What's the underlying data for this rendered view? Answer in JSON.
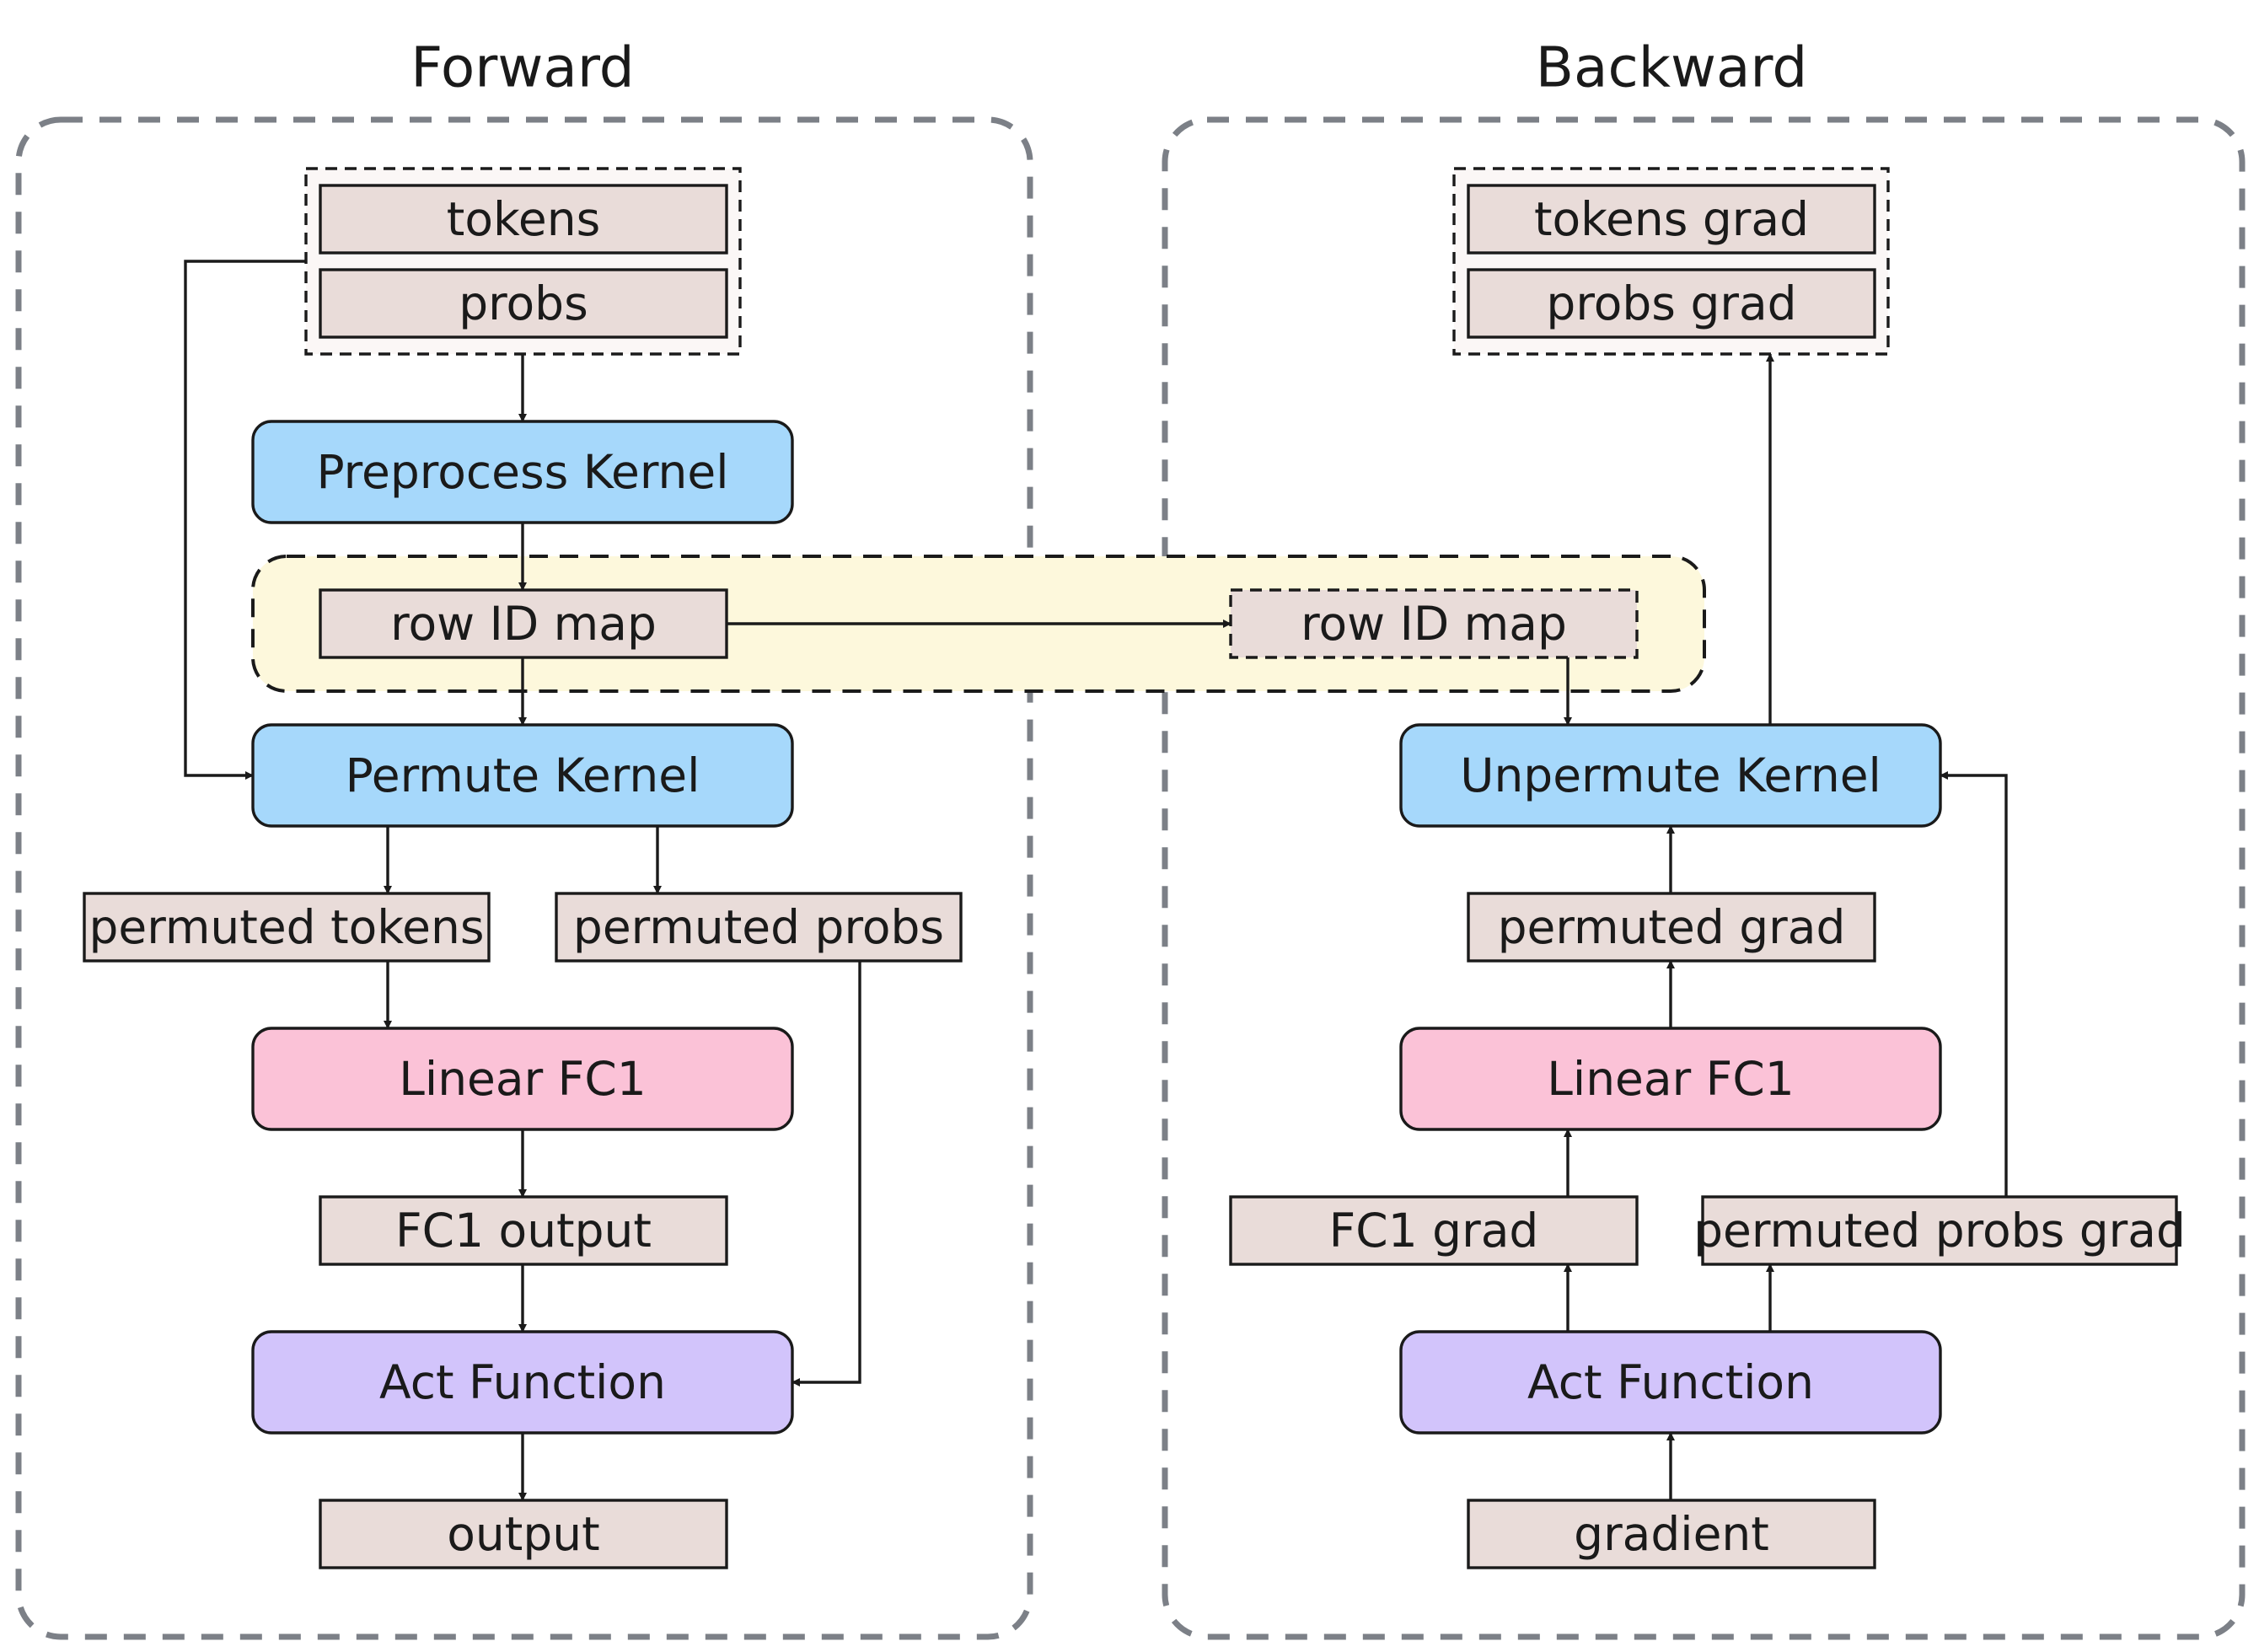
{
  "forward": {
    "title": "Forward",
    "tokens": "tokens",
    "probs": "probs",
    "preprocess_kernel": "Preprocess Kernel",
    "row_id_map": "row ID map",
    "permute_kernel": "Permute Kernel",
    "permuted_tokens": "permuted tokens",
    "permuted_probs": "permuted probs",
    "linear_fc1": "Linear FC1",
    "fc1_output": "FC1 output",
    "act_function": "Act Function",
    "output": "output"
  },
  "backward": {
    "title": "Backward",
    "tokens_grad": "tokens grad",
    "probs_grad": "probs grad",
    "row_id_map": "row ID map",
    "unpermute_kernel": "Unpermute Kernel",
    "permuted_grad": "permuted grad",
    "linear_fc1": "Linear FC1",
    "fc1_grad": "FC1 grad",
    "permuted_probs_grad": "permuted probs grad",
    "act_function": "Act Function",
    "gradient": "gradient"
  },
  "colors": {
    "tensor_fill": "#e9dcd9",
    "kernel_blue": "#a6d8fb",
    "linear_pink": "#fbc2d7",
    "act_purple": "#d2c4fb",
    "shared_yellow": "#fdf8dc",
    "panel_border": "#7c8087"
  }
}
